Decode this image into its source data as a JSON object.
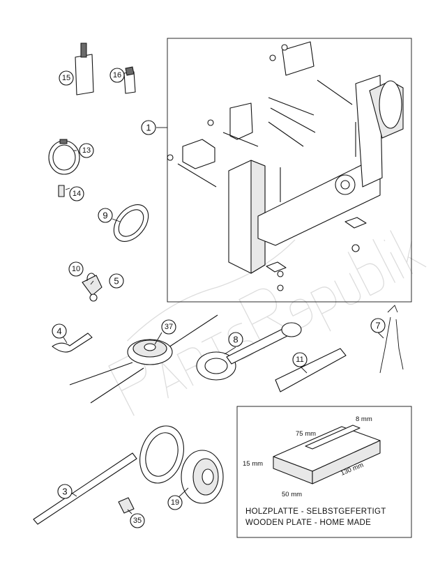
{
  "watermark": "PartsRepublik",
  "callouts": {
    "c1": "1",
    "c3": "3",
    "c4": "4",
    "c5": "5",
    "c7": "7",
    "c8": "8",
    "c9": "9",
    "c10": "10",
    "c11": "11",
    "c13": "13",
    "c14": "14",
    "c15": "15",
    "c16": "16",
    "c19": "19",
    "c35": "35",
    "c37": "37"
  },
  "wood_plate": {
    "dim_length": "130 mm",
    "dim_width": "50 mm",
    "dim_height": "15 mm",
    "dim_slot_length": "75 mm",
    "dim_slot_width": "8 mm",
    "note_de": "HOLZPLATTE - SELBSTGEFERTIGT",
    "note_en": "WOODEN PLATE - HOME MADE"
  }
}
